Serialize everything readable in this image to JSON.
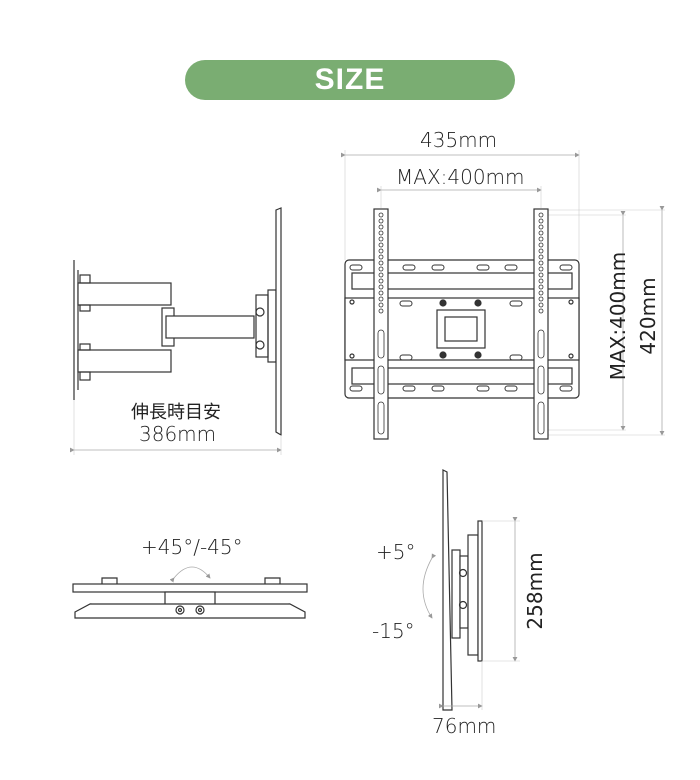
{
  "header": {
    "title": "SIZE",
    "banner_color": "#7aad72"
  },
  "front_view": {
    "overall_width": "435mm",
    "vesa_width": "MAX:400mm",
    "vesa_height": "MAX:400mm",
    "overall_height": "420mm"
  },
  "side_extended_view": {
    "extension_label": "伸長時目安",
    "extension_value": "386mm"
  },
  "top_swivel_view": {
    "swivel_range": "+45°/-45°"
  },
  "side_tilt_view": {
    "tilt_up": "+5°",
    "tilt_down": "-15°",
    "wall_plate_height": "258mm",
    "min_depth": "76mm"
  }
}
